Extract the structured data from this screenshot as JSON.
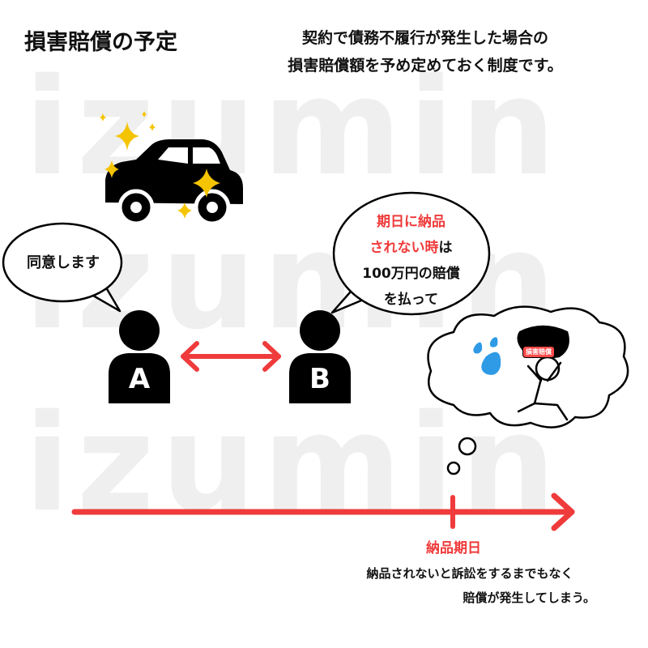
{
  "watermark": "izumin",
  "header": {
    "title": "損害賠償の予定",
    "description_line1": "契約で債務不履行が発生した場合の",
    "description_line2": "損害賠償額を予め定めておく制度です。"
  },
  "party_a": {
    "label": "A",
    "speech": "同意します"
  },
  "party_b": {
    "label": "B",
    "speech_red": "期日に納品",
    "speech_red2": "されない時",
    "speech_black_suffix": "は",
    "speech_line3": "100万円の賠償",
    "speech_line4": "を払って"
  },
  "thought": {
    "tag": "損害賠償"
  },
  "timeline": {
    "deadline_label": "納品期日",
    "note_line1": "納品されないと訴訟をするまでもなく",
    "note_line2": "賠償が発生してしまう。"
  },
  "colors": {
    "accent_red": "#ef3b3b",
    "black": "#000000",
    "water_blue": "#2f9be6",
    "sparkle_yellow": "#f5c400"
  }
}
